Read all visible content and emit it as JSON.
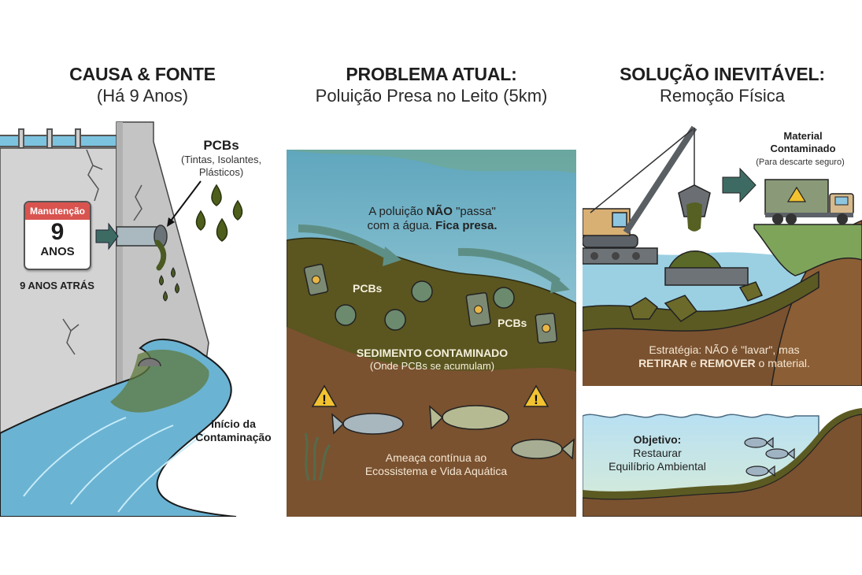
{
  "panels": [
    {
      "title": "CAUSA & FONTE",
      "subtitle": "(Há 9 Anos)",
      "calendar": {
        "header": "Manutenção",
        "number": "9",
        "unit": "ANOS"
      },
      "calendar_caption": "9 ANOS ATRÁS",
      "pcbs_label": "PCBs",
      "pcbs_sources": "(Tintas, Isolantes, Plásticos)",
      "river_caption_line1": "Início da",
      "river_caption_line2": "Contaminação"
    },
    {
      "title": "PROBLEMA ATUAL:",
      "subtitle": "Poluição Presa no Leito (5km)",
      "flow_text_1a": "A poluição ",
      "flow_text_1b": "NÃO",
      "flow_text_1c": " \"passa\"",
      "flow_text_2a": "com a água. ",
      "flow_text_2b": "Fica presa.",
      "pcbs_tag_1": "PCBs",
      "pcbs_tag_2": "PCBs",
      "sediment_title": "SEDIMENTO CONTAMINADO",
      "sediment_subtitle": "(Onde PCBs se acumulam)",
      "threat_line1": "Ameaça contínua ao",
      "threat_line2": "Ecossistema e Vida Aquática"
    },
    {
      "title": "SOLUÇÃO INEVITÁVEL:",
      "subtitle": "Remoção Física",
      "material_line1": "Material",
      "material_line2": "Contaminado",
      "material_note": "(Para descarte seguro)",
      "strategy_a": "Estratégia: NÃO é \"lavar\", mas",
      "strategy_b1": "RETIRAR",
      "strategy_b2": " e ",
      "strategy_b3": "REMOVER",
      "strategy_b4": " o material.",
      "goal_title": "Objetivo:",
      "goal_line1": "Restaurar",
      "goal_line2": "Equilíbrio Ambiental"
    }
  ],
  "colors": {
    "water": "#6bb3d3",
    "sludge": "#4a5a22",
    "sediment": "#5b5520",
    "soil": "#7a5230",
    "concrete": "#c9c9c9",
    "warning": "#f2c230",
    "calendar_red": "#d9534f",
    "arrow": "#3d6b63"
  }
}
